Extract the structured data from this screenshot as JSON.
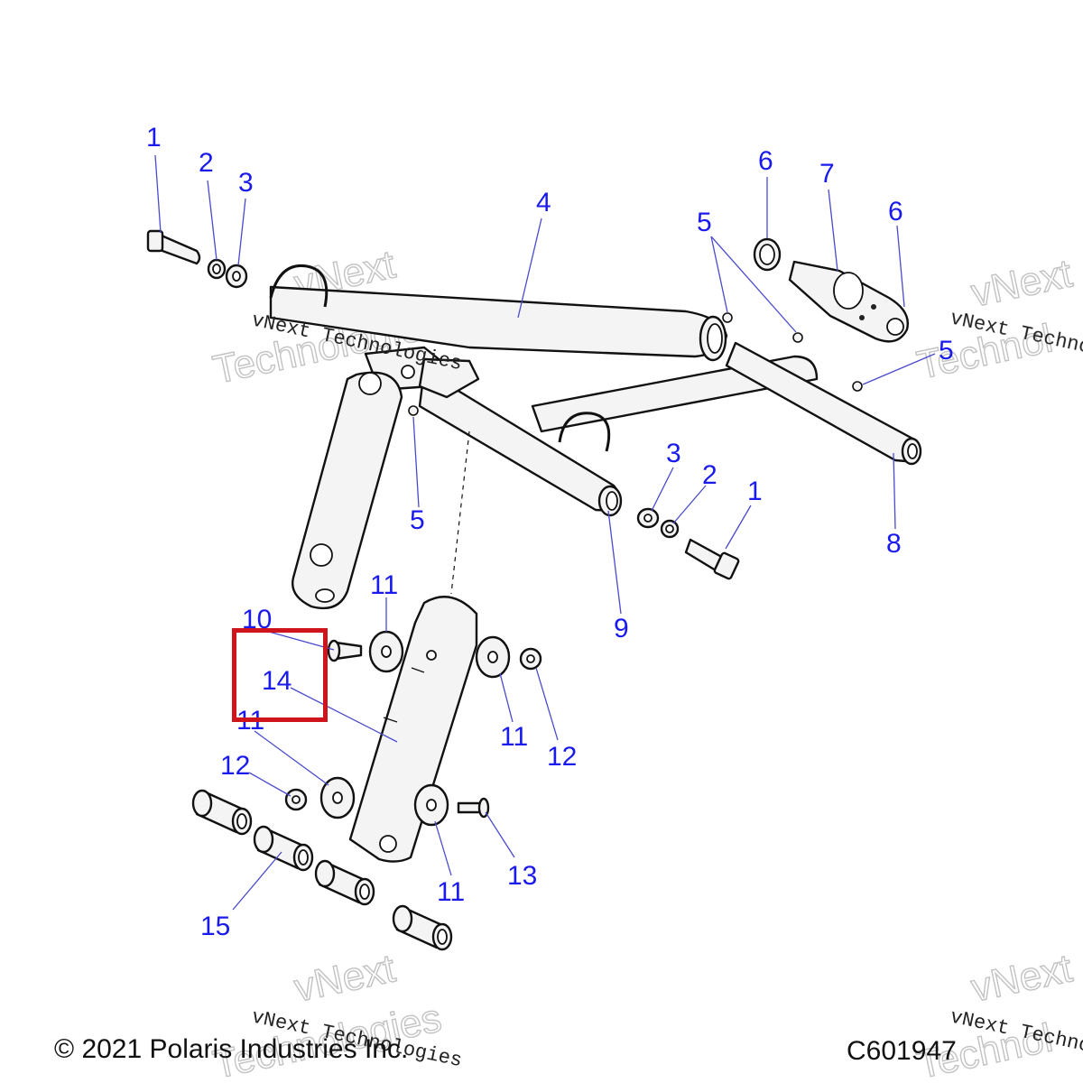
{
  "callouts": {
    "c1_top": "1",
    "c2_top": "2",
    "c3_top": "3",
    "c4": "4",
    "c5_top": "5",
    "c6_left": "6",
    "c7": "7",
    "c6_right": "6",
    "c5_right": "5",
    "c5_mid": "5",
    "c3_right": "3",
    "c2_right": "2",
    "c1_right": "1",
    "c8": "8",
    "c9": "9",
    "c10": "10",
    "c11_top": "11",
    "c14": "14",
    "c11_left": "11",
    "c11_mid": "11",
    "c12_right": "12",
    "c12_left": "12",
    "c13": "13",
    "c11_bottom": "11",
    "c15": "15"
  },
  "watermarks": {
    "brand": "vNext",
    "company": "vNext Technologies",
    "suffix": "Technologies",
    "cut_right": "vNext Techno",
    "cut_right_big": "Technol"
  },
  "footer": {
    "copyright": "© 2021 Polaris Industries Inc.",
    "figure_id": "C601947"
  },
  "highlight": {
    "target_callout": "14",
    "color": "#d0141c"
  },
  "colors": {
    "callout": "#1a1aee",
    "line_art": "#111111"
  }
}
